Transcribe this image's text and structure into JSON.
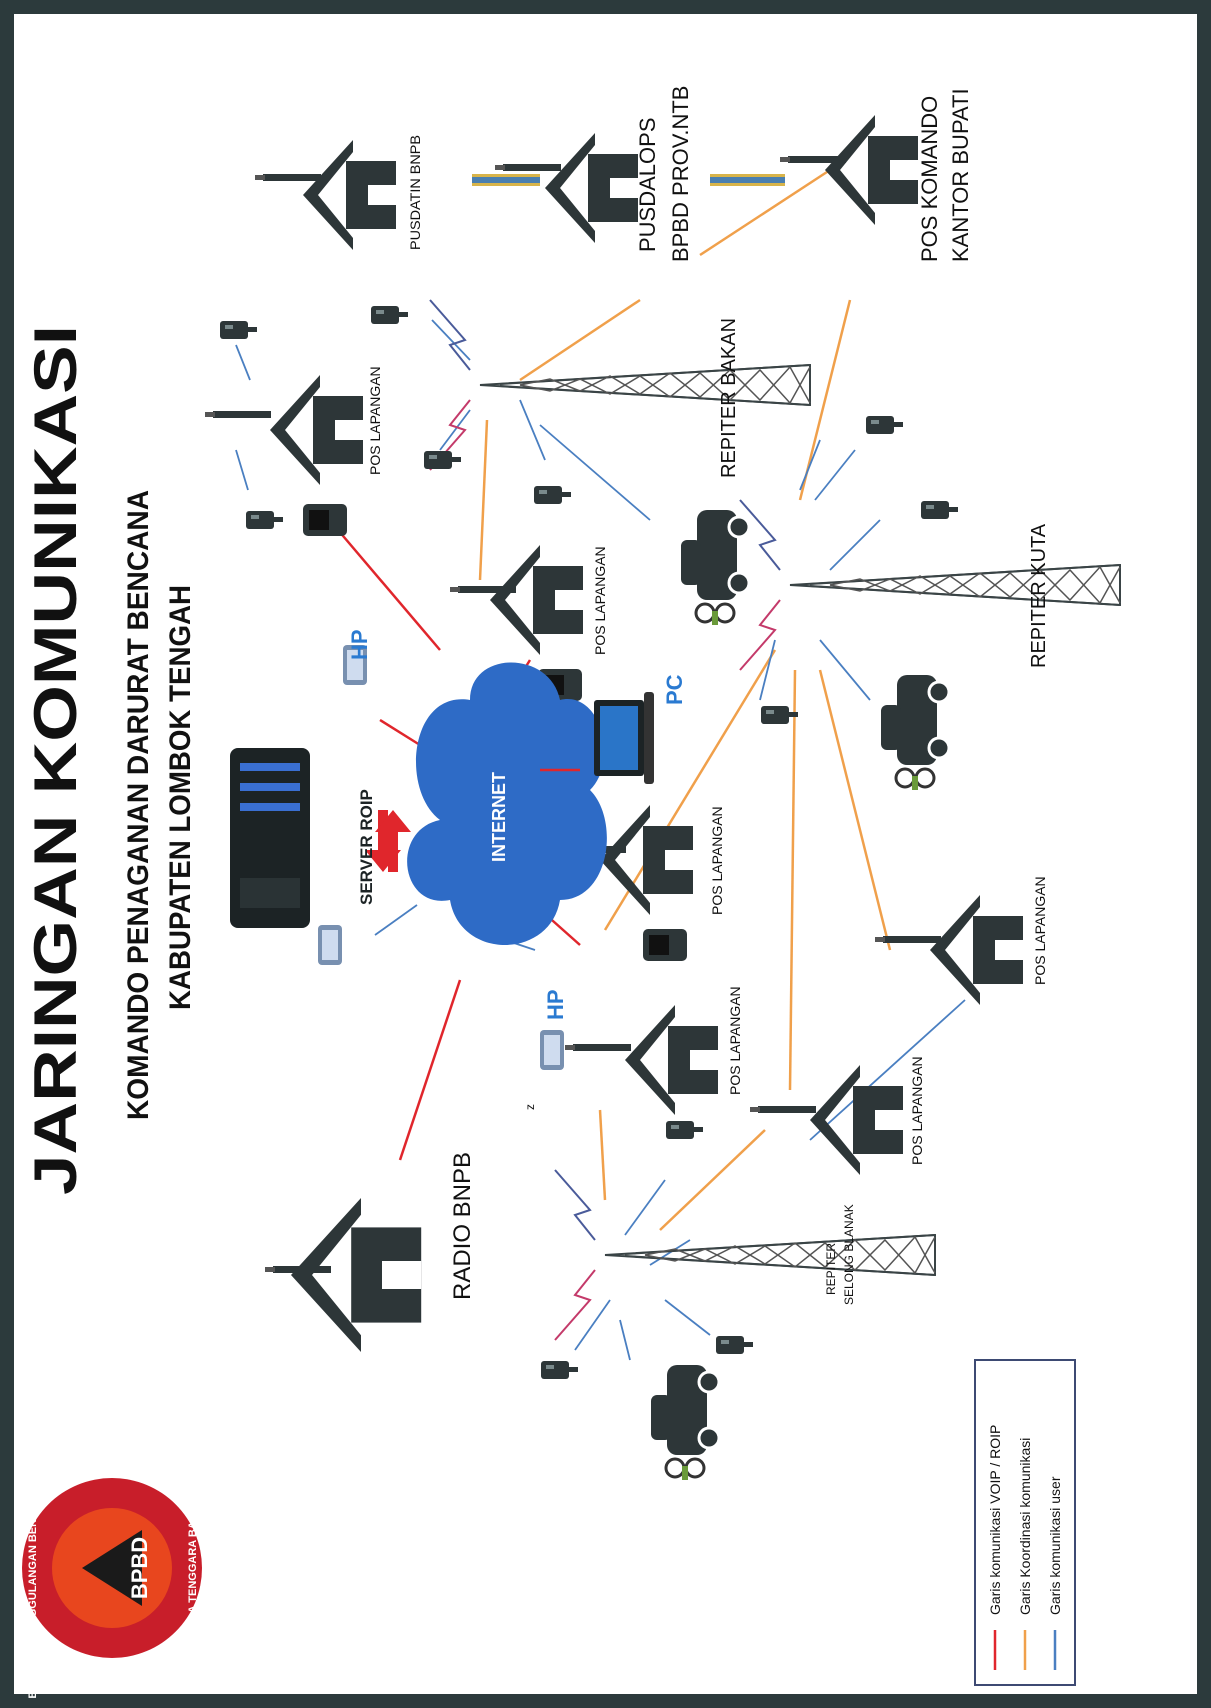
{
  "title": "JARINGAN KOMUNIKASI",
  "subtitle_1": "KOMANDO PENAGANAN DARURAT BENCANA",
  "subtitle_2": "KABUPATEN LOMBOK TENGAH",
  "logo": {
    "ring_top": "BADAN PENANGGULANGAN BENCANA DAERAH",
    "ring_bottom": "NUSA TENGGARA BARAT",
    "center": "BPBD"
  },
  "nodes": {
    "pusdatin": "PUSDATIN BNPB",
    "pusdalops_1": "PUSDALOPS",
    "pusdalops_2": "BPBD PROV.NTB",
    "pos_komando_1": "POS KOMANDO",
    "pos_komando_2": "KANTOR BUPATI",
    "pos_lapangan": "POS LAPANGAN",
    "repiter_bakan": "REPITER BAKAN",
    "repiter_kuta": "REPITER KUTA",
    "repiter_selong_1": "REPITER",
    "repiter_selong_2": "SELONG BLANAK",
    "server": "SERVER ROIP",
    "internet": "INTERNET",
    "radio_bnpb": "RADIO BNPB",
    "hp": "HP",
    "pc": "PC",
    "stray_mark": "z"
  },
  "legend": [
    {
      "label": "Garis komunikasi VOIP / ROIP",
      "color": "#e0262c"
    },
    {
      "label": "Garis Koordinasi komunikasi",
      "color": "#f0a04b"
    },
    {
      "label": "Garis komunikasi user",
      "color": "#4a7fc1"
    }
  ],
  "colors": {
    "border": "#2c3a3c",
    "voip": "#e0262c",
    "koordinasi": "#f0a04b",
    "user": "#4a7fc1",
    "cloud": "#2e6bc6",
    "icon": "#2d3638",
    "logo_orange": "#e8461e",
    "logo_red": "#c81e2a"
  }
}
